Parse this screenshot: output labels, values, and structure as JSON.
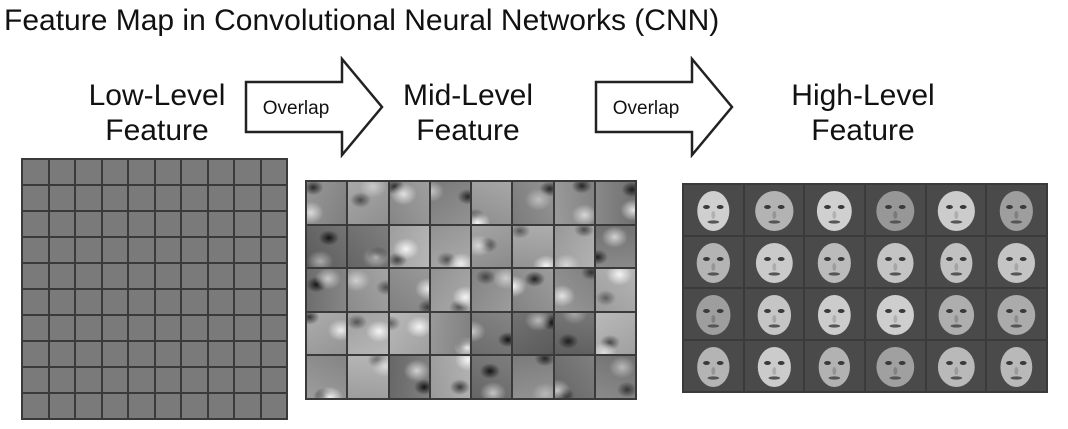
{
  "title": "Feature Map in Convolutional Neural Networks (CNN)",
  "stages": [
    {
      "line1": "Low-Level",
      "line2": "Feature"
    },
    {
      "line1": "Mid-Level",
      "line2": "Feature"
    },
    {
      "line1": "High-Level",
      "line2": "Feature"
    }
  ],
  "arrows": [
    {
      "label": "Overlap"
    },
    {
      "label": "Overlap"
    }
  ]
}
